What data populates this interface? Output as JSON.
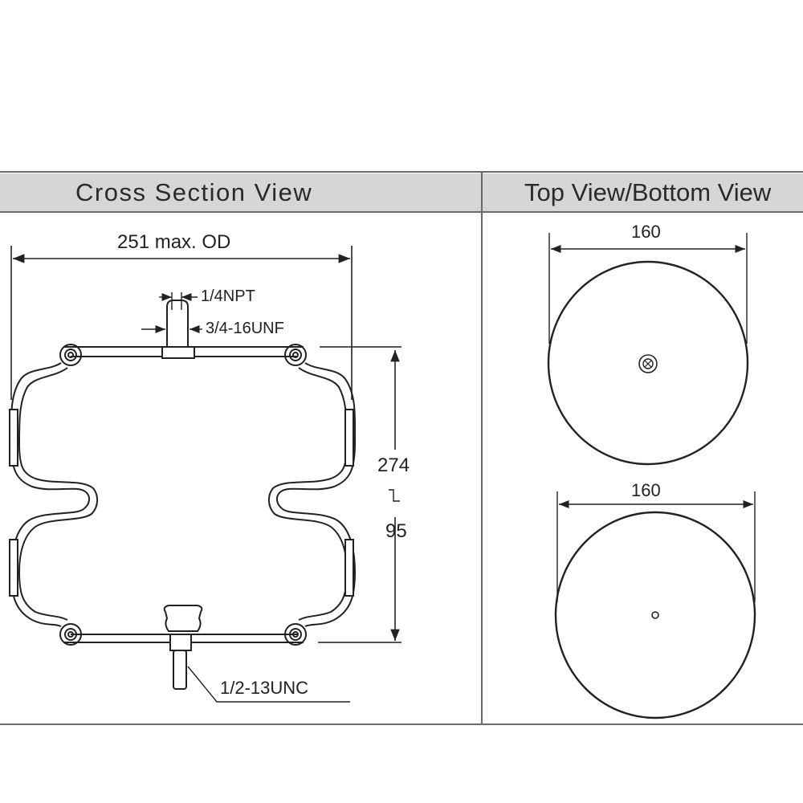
{
  "headers": {
    "left": "Cross Section View",
    "right": "Top View/Bottom View"
  },
  "cross_section": {
    "od_label": "251 max. OD",
    "npt_label": "1/4NPT",
    "unf_label": "3/4-16UNF",
    "height_max": "274",
    "height_min": "95",
    "unc_label": "1/2-13UNC"
  },
  "top_view": {
    "diameter": "160"
  },
  "bottom_view": {
    "diameter": "160"
  }
}
